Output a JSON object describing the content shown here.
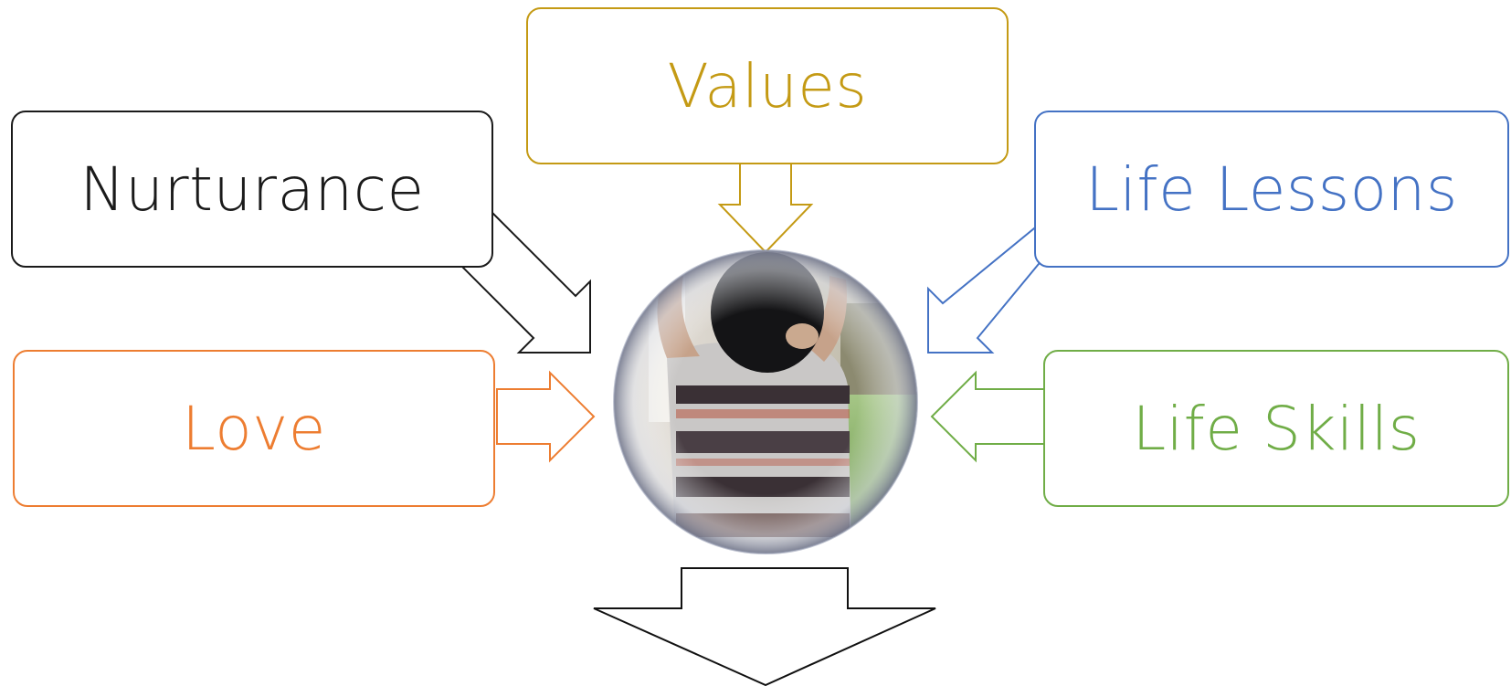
{
  "diagram": {
    "nodes": [
      {
        "id": "values",
        "label": "Values",
        "color": "#c49a14"
      },
      {
        "id": "nurturance",
        "label": "Nurturance",
        "color": "#1a1a1a"
      },
      {
        "id": "life_lessons",
        "label": "Life Lessons",
        "color": "#4472c4"
      },
      {
        "id": "love",
        "label": "Love",
        "color": "#ed7d31"
      },
      {
        "id": "life_skills",
        "label": "Life Skills",
        "color": "#70ad47"
      }
    ],
    "center": {
      "image": "child-photo",
      "description_icon": "child-in-striped-shirt-photo"
    },
    "edges": [
      {
        "from": "values",
        "to": "center"
      },
      {
        "from": "nurturance",
        "to": "center"
      },
      {
        "from": "life_lessons",
        "to": "center"
      },
      {
        "from": "love",
        "to": "center"
      },
      {
        "from": "life_skills",
        "to": "center"
      },
      {
        "from": "center",
        "to": "outcome"
      }
    ]
  }
}
